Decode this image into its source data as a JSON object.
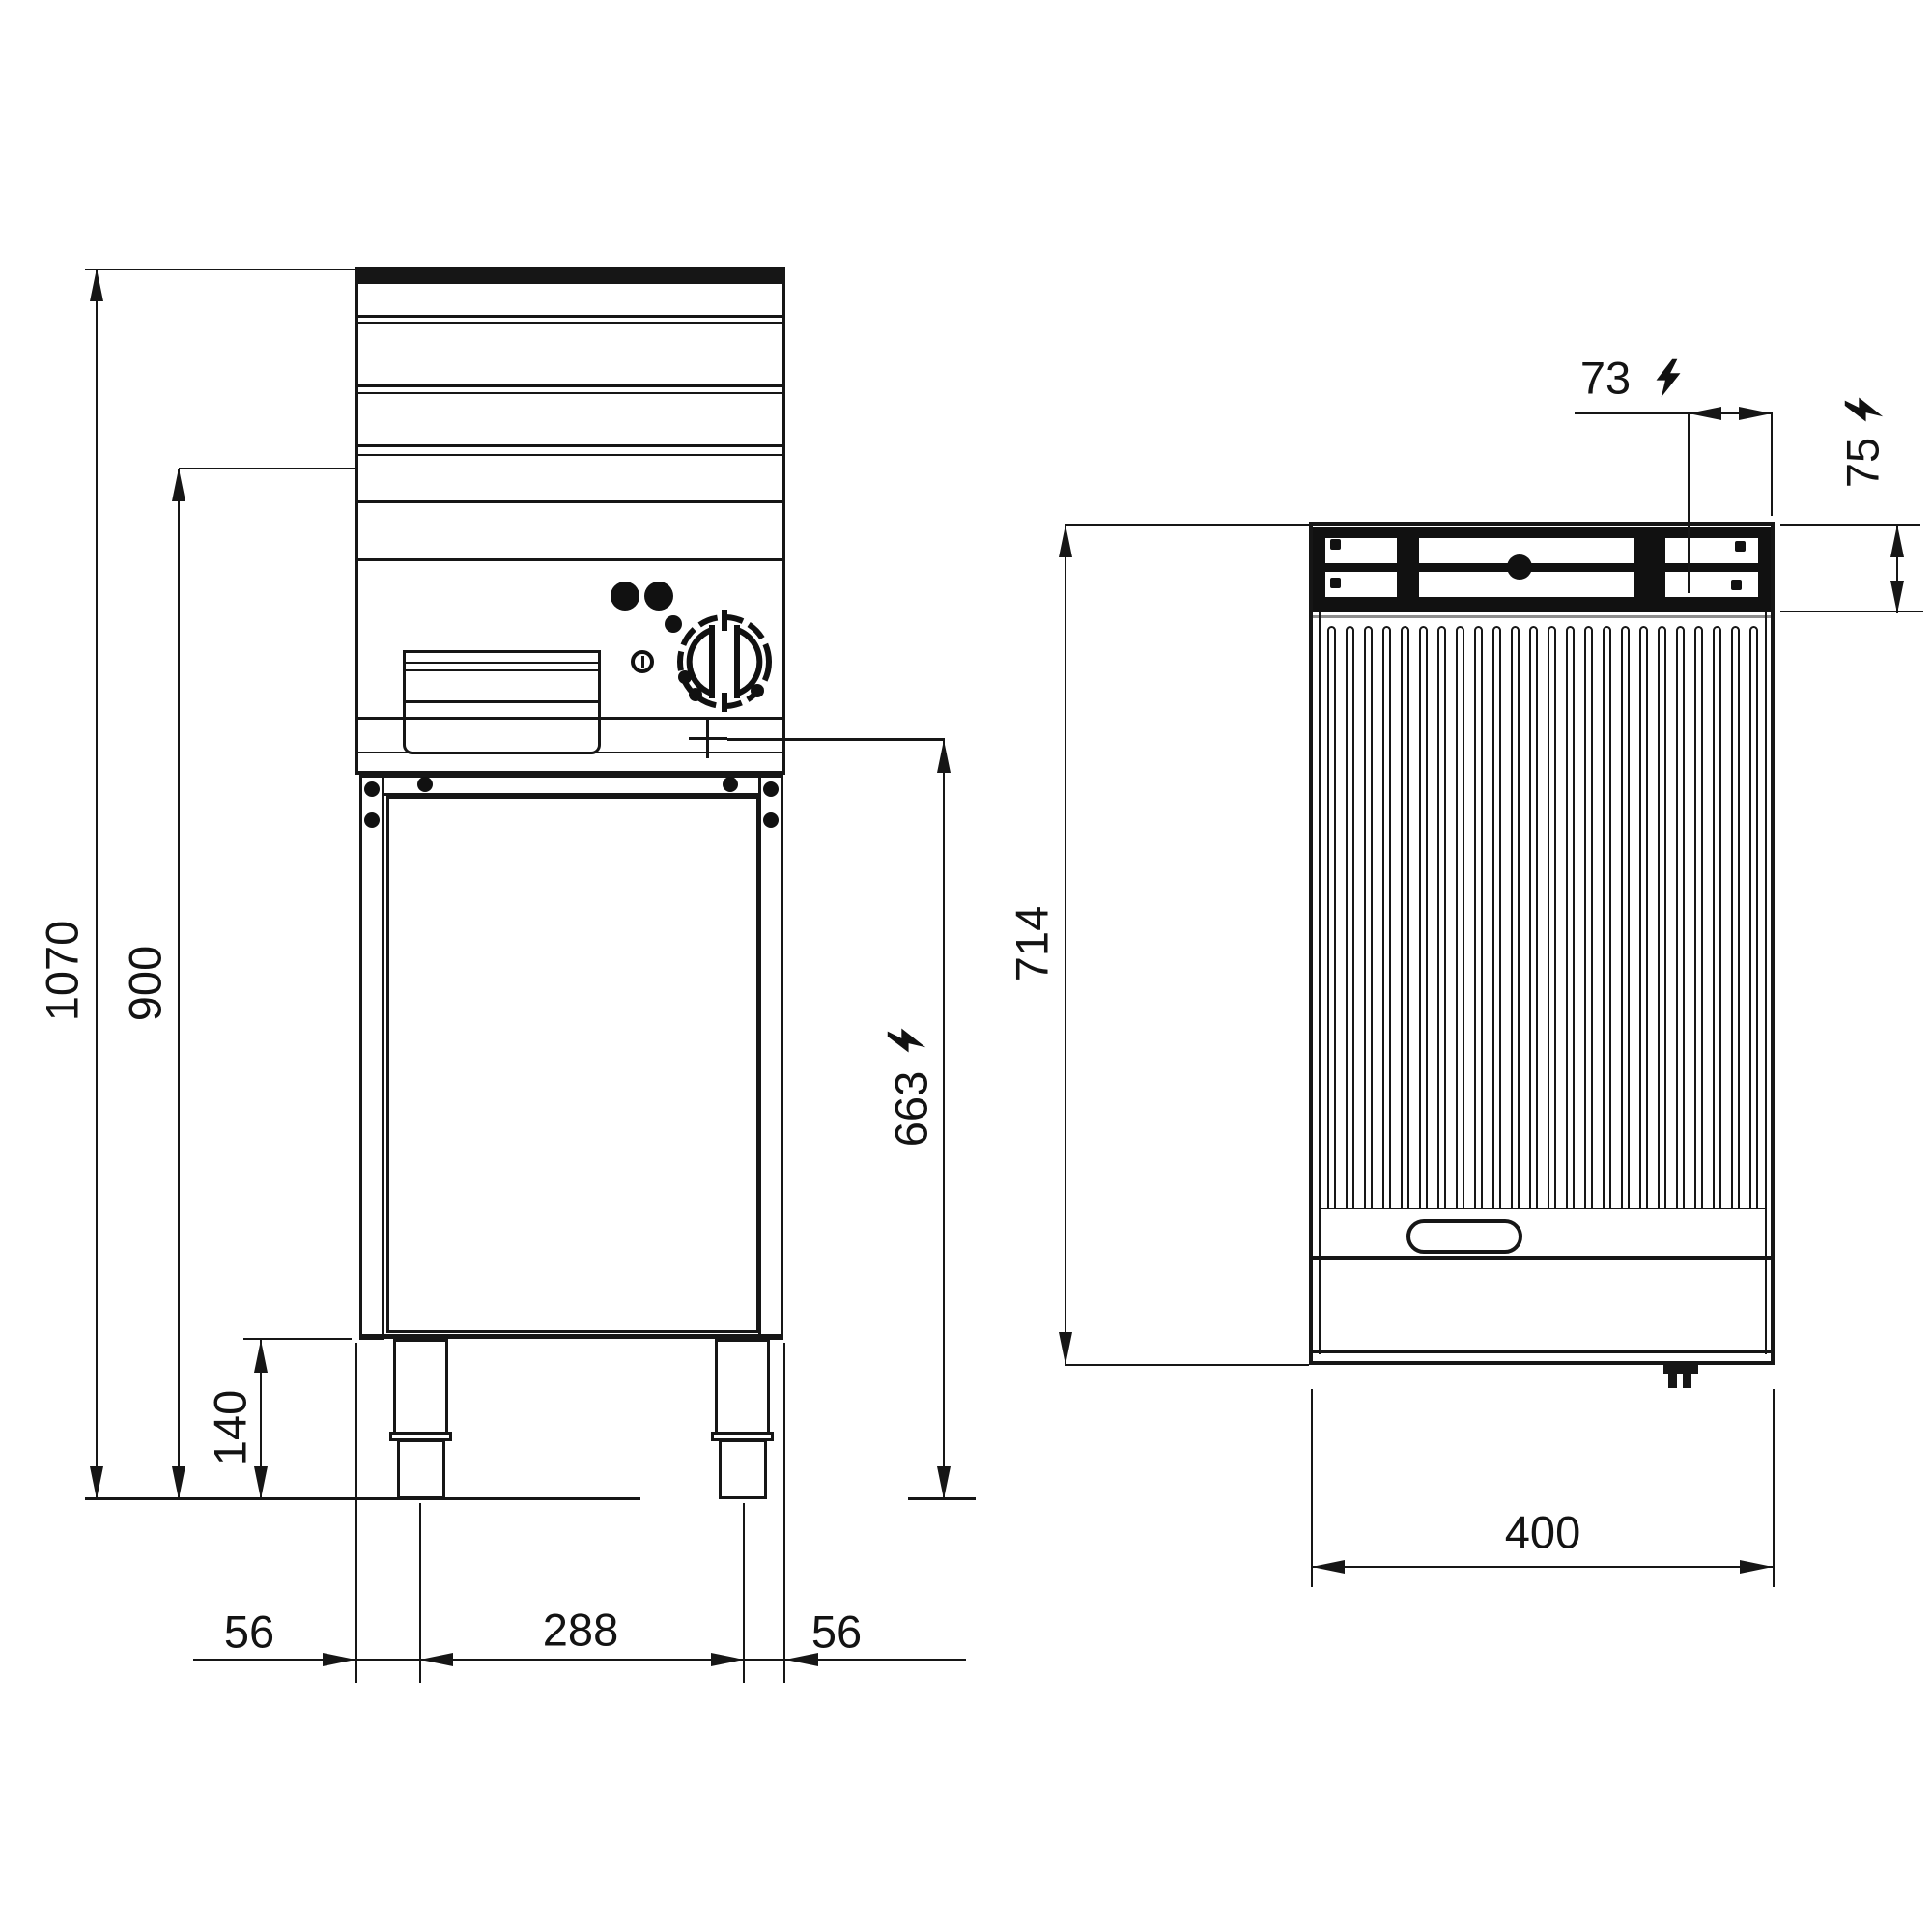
{
  "figure": {
    "type": "technical-dimension-drawing",
    "subject": "commercial griddle unit, front elevation and plan view",
    "line_color": "#161616",
    "front_view": {
      "dims": {
        "overall_height": "1070",
        "body_height": "900",
        "leg_height": "140",
        "left_edge_to_leg": "56",
        "leg_spacing": "288",
        "leg_to_right_edge": "56",
        "electric_connection_height": "663"
      }
    },
    "top_view": {
      "rib_count": 24,
      "dims": {
        "depth": "714",
        "width": "400",
        "electric_offset_x": "73",
        "electric_offset_y": "75"
      }
    },
    "symbols": {
      "electric": "lightning-bolt"
    }
  }
}
